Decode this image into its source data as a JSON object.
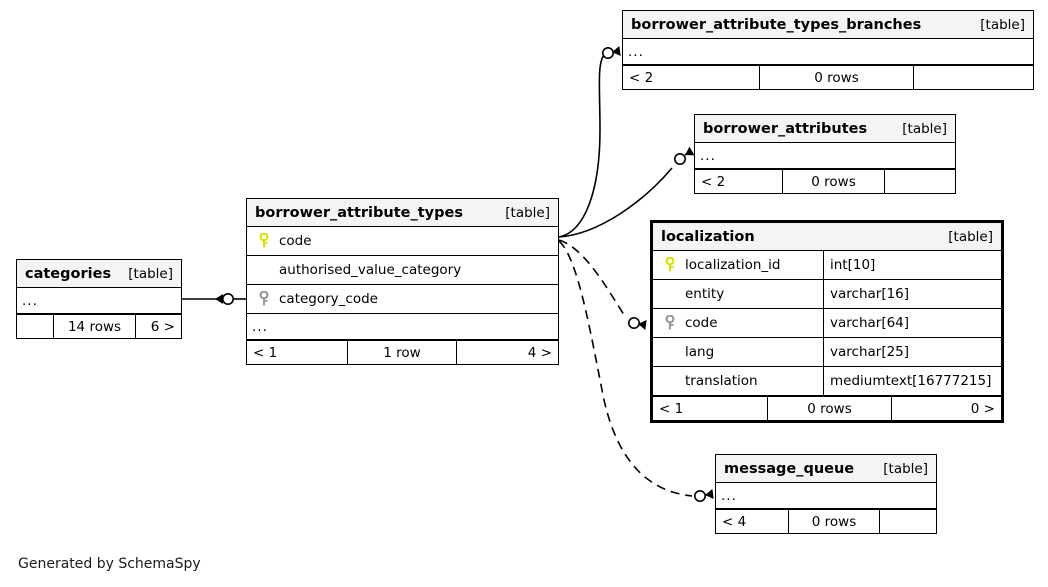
{
  "diagram": {
    "caption": "Generated by SchemaSpy",
    "table_kind_label": "[table]",
    "ellipsis": "...",
    "colors": {
      "header_bg": "#f4f4f4",
      "border": "#000000",
      "pk_key": "#e8e80d",
      "fk_key": "#999999",
      "background": "#ffffff"
    }
  },
  "tables": {
    "borrower_attribute_types_branches": {
      "name": "borrower_attribute_types_branches",
      "kind": "[table]",
      "ellipsis": "...",
      "footer": {
        "left": "< 2",
        "mid": "0 rows",
        "right": ""
      },
      "columns": []
    },
    "borrower_attributes": {
      "name": "borrower_attributes",
      "kind": "[table]",
      "ellipsis": "...",
      "footer": {
        "left": "< 2",
        "mid": "0 rows",
        "right": ""
      },
      "columns": []
    },
    "borrower_attribute_types": {
      "name": "borrower_attribute_types",
      "kind": "[table]",
      "ellipsis": "...",
      "footer": {
        "left": "< 1",
        "mid": "1 row",
        "right": "4 >"
      },
      "columns": [
        {
          "name": "code",
          "key": "primary",
          "type": ""
        },
        {
          "name": "authorised_value_category",
          "key": "none",
          "type": ""
        },
        {
          "name": "category_code",
          "key": "foreign",
          "type": ""
        }
      ]
    },
    "categories": {
      "name": "categories",
      "kind": "[table]",
      "ellipsis": "...",
      "footer": {
        "left": "",
        "mid": "14 rows",
        "right": "6 >"
      },
      "columns": []
    },
    "localization": {
      "name": "localization",
      "kind": "[table]",
      "focus": true,
      "footer": {
        "left": "< 1",
        "mid": "0 rows",
        "right": "0 >"
      },
      "columns": [
        {
          "name": "localization_id",
          "key": "primary",
          "type": "int[10]"
        },
        {
          "name": "entity",
          "key": "none",
          "type": "varchar[16]"
        },
        {
          "name": "code",
          "key": "foreign",
          "type": "varchar[64]"
        },
        {
          "name": "lang",
          "key": "none",
          "type": "varchar[25]"
        },
        {
          "name": "translation",
          "key": "none",
          "type": "mediumtext[16777215]"
        }
      ]
    },
    "message_queue": {
      "name": "message_queue",
      "kind": "[table]",
      "ellipsis": "...",
      "footer": {
        "left": "< 4",
        "mid": "0 rows",
        "right": ""
      },
      "columns": []
    }
  },
  "relationships": [
    {
      "from": "borrower_attribute_types",
      "to": "borrower_attribute_types_branches",
      "style": "solid"
    },
    {
      "from": "borrower_attribute_types",
      "to": "borrower_attributes",
      "style": "solid"
    },
    {
      "from": "borrower_attribute_types",
      "to": "localization.code",
      "style": "dashed"
    },
    {
      "from": "borrower_attribute_types",
      "to": "message_queue",
      "style": "dashed"
    },
    {
      "from": "categories",
      "to": "borrower_attribute_types.category_code",
      "style": "solid"
    }
  ]
}
